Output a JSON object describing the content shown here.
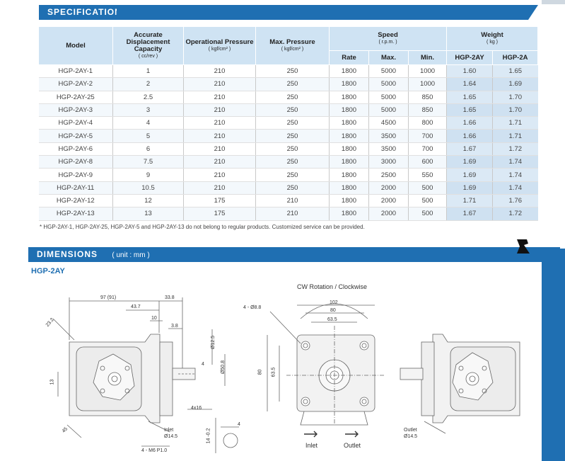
{
  "sections": {
    "specs_title": "SPECIFICATIONS",
    "dims_title": "DIMENSIONS",
    "dims_unit": "( unit : mm )",
    "model_label": "HGP-2AY"
  },
  "table": {
    "headers": {
      "model": "Model",
      "disp": "Accurate Displacement Capacity",
      "disp_unit": "( cc/rev )",
      "op": "Operational Pressure",
      "op_unit": "( kgf/cm² )",
      "max": "Max. Pressure",
      "max_unit": "( kgf/cm² )",
      "speed": "Speed",
      "speed_unit": "( r.p.m. )",
      "weight": "Weight",
      "weight_unit": "( kg )",
      "rate": "Rate",
      "smax": "Max.",
      "smin": "Min.",
      "w1": "HGP-2AY",
      "w2": "HGP-2A"
    },
    "rows": [
      [
        "HGP-2AY-1",
        "1",
        "210",
        "250",
        "1800",
        "5000",
        "1000",
        "1.60",
        "1.65"
      ],
      [
        "HGP-2AY-2",
        "2",
        "210",
        "250",
        "1800",
        "5000",
        "1000",
        "1.64",
        "1.69"
      ],
      [
        "HGP-2AY-25",
        "2.5",
        "210",
        "250",
        "1800",
        "5000",
        "850",
        "1.65",
        "1.70"
      ],
      [
        "HGP-2AY-3",
        "3",
        "210",
        "250",
        "1800",
        "5000",
        "850",
        "1.65",
        "1.70"
      ],
      [
        "HGP-2AY-4",
        "4",
        "210",
        "250",
        "1800",
        "4500",
        "800",
        "1.66",
        "1.71"
      ],
      [
        "HGP-2AY-5",
        "5",
        "210",
        "250",
        "1800",
        "3500",
        "700",
        "1.66",
        "1.71"
      ],
      [
        "HGP-2AY-6",
        "6",
        "210",
        "250",
        "1800",
        "3500",
        "700",
        "1.67",
        "1.72"
      ],
      [
        "HGP-2AY-8",
        "7.5",
        "210",
        "250",
        "1800",
        "3000",
        "600",
        "1.69",
        "1.74"
      ],
      [
        "HGP-2AY-9",
        "9",
        "210",
        "250",
        "1800",
        "2500",
        "550",
        "1.69",
        "1.74"
      ],
      [
        "HGP-2AY-11",
        "10.5",
        "210",
        "250",
        "1800",
        "2000",
        "500",
        "1.69",
        "1.74"
      ],
      [
        "HGP-2AY-12",
        "12",
        "175",
        "210",
        "1800",
        "2000",
        "500",
        "1.71",
        "1.76"
      ],
      [
        "HGP-2AY-13",
        "13",
        "175",
        "210",
        "1800",
        "2000",
        "500",
        "1.67",
        "1.72"
      ]
    ],
    "note": "* HGP-2AY-1, HGP-2AY-25, HGP-2AY-5 and HGP-2AY-13 do not belong to regular products. Customized service can be provided."
  },
  "drawing": {
    "rotation": "CW Rotation / Clockwise",
    "inlet": "Inlet",
    "outlet": "Outlet",
    "dims": {
      "d97": "97 (91)",
      "d43": "43.7",
      "d338": "33.8",
      "d10": "10",
      "d38": "3.8",
      "d232": "23.2",
      "d13": "13",
      "d125": "Ø12.5",
      "d4": "4",
      "d508": "Ø50.8",
      "d4x16": "4x16",
      "inlet_dia": "Ø14.5",
      "m6": "4 - M6  P1.0",
      "d45": "45",
      "d102": "102",
      "d80": "80",
      "d635": "63.5",
      "hole": "4 - Ø8.8",
      "v80": "80",
      "v635": "63.5",
      "d140": "14 -0.2",
      "d4b": "4",
      "outlet_dia": "Ø14.5"
    }
  },
  "colors": {
    "accent": "#1f6fb2",
    "header_bg": "#cfe3f3"
  }
}
